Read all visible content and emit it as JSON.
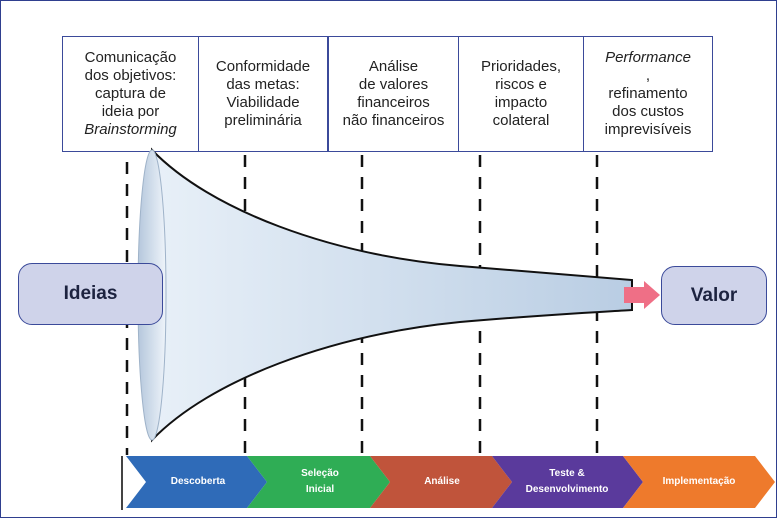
{
  "stages": [
    {
      "lines": [
        {
          "text": "Comunicação"
        },
        {
          "text": "dos objetivos:"
        },
        {
          "text": "captura de"
        },
        {
          "text": "ideia por"
        },
        {
          "text": "Brainstorming",
          "italic": true
        }
      ]
    },
    {
      "lines": [
        {
          "text": "Conformidade"
        },
        {
          "text": "das metas:"
        },
        {
          "text": "Viabilidade"
        },
        {
          "text": "preliminária"
        }
      ]
    },
    {
      "lines": [
        {
          "text": "Análise"
        },
        {
          "text": "de valores"
        },
        {
          "text": "financeiros"
        },
        {
          "text": "não financeiros"
        }
      ]
    },
    {
      "lines": [
        {
          "text": "Prioridades,"
        },
        {
          "text": "riscos e"
        },
        {
          "text": "impacto"
        },
        {
          "text": "colateral"
        }
      ]
    },
    {
      "lines": [
        {
          "text": "Performance",
          "italic": true,
          "suffix": ","
        },
        {
          "text": "refinamento"
        },
        {
          "text": "dos custos"
        },
        {
          "text": "imprevisíveis"
        }
      ]
    }
  ],
  "input_label": "Ideias",
  "output_label": "Valor",
  "phases": [
    {
      "line1": "Descoberta",
      "line2": "",
      "color": "#2f6bb8"
    },
    {
      "line1": "Seleção",
      "line2": "Inicial",
      "color": "#2fad55"
    },
    {
      "line1": "Análise",
      "line2": "",
      "color": "#c0543b"
    },
    {
      "line1": "Teste &",
      "line2": "Desenvolvimento",
      "color": "#5a3a9c"
    },
    {
      "line1": "Implementação",
      "line2": "",
      "color": "#ee7a2c"
    }
  ],
  "colors": {
    "funnel_fill": "#cfe0ef",
    "funnel_edge": "#111111",
    "arrow": "#ef6f86",
    "endpoint_fill": "#cfd3ea",
    "border": "#3b4a9a"
  }
}
